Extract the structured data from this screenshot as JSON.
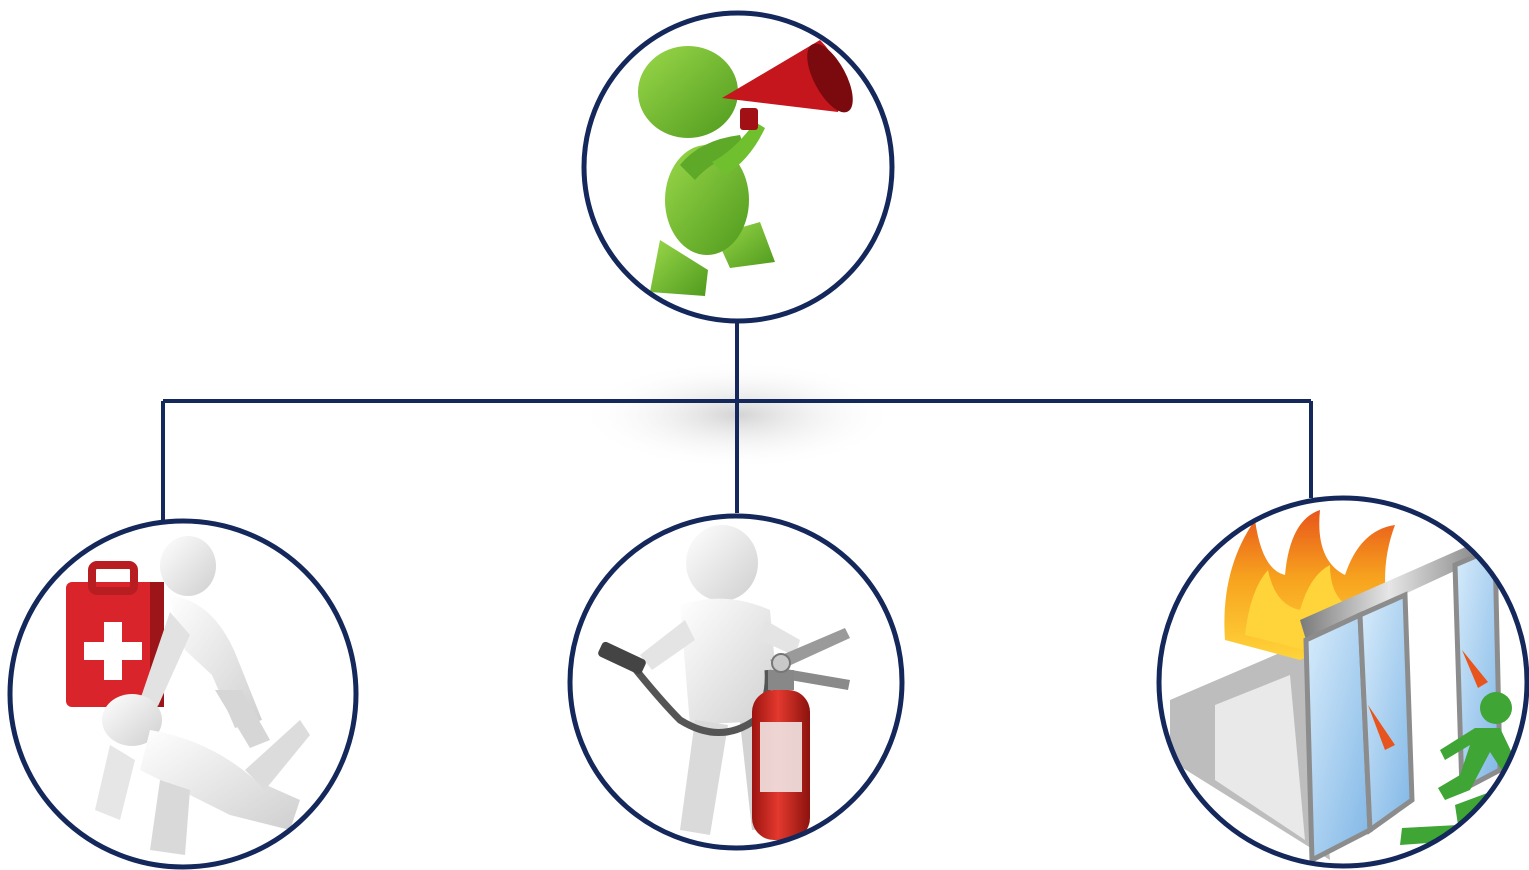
{
  "diagram": {
    "nodes": [
      {
        "id": "announcement",
        "icon": "megaphone-figure-icon"
      },
      {
        "id": "first-aid",
        "icon": "cpr-first-aid-icon"
      },
      {
        "id": "fire-extinguisher",
        "icon": "fire-extinguisher-figure-icon"
      },
      {
        "id": "emergency-exit",
        "icon": "fire-exit-door-icon"
      }
    ],
    "edges": [
      {
        "from": "announcement",
        "to": "first-aid"
      },
      {
        "from": "announcement",
        "to": "fire-extinguisher"
      },
      {
        "from": "announcement",
        "to": "emergency-exit"
      }
    ],
    "colors": {
      "outline": "#14285c",
      "figure_white": "#f2f2f2",
      "figure_green": "#6ab42e",
      "megaphone_red": "#c4161c",
      "extinguisher_red": "#d42a22",
      "flame_orange": "#f29420",
      "flame_yellow": "#ffd43a",
      "exit_green": "#3fa535"
    }
  }
}
